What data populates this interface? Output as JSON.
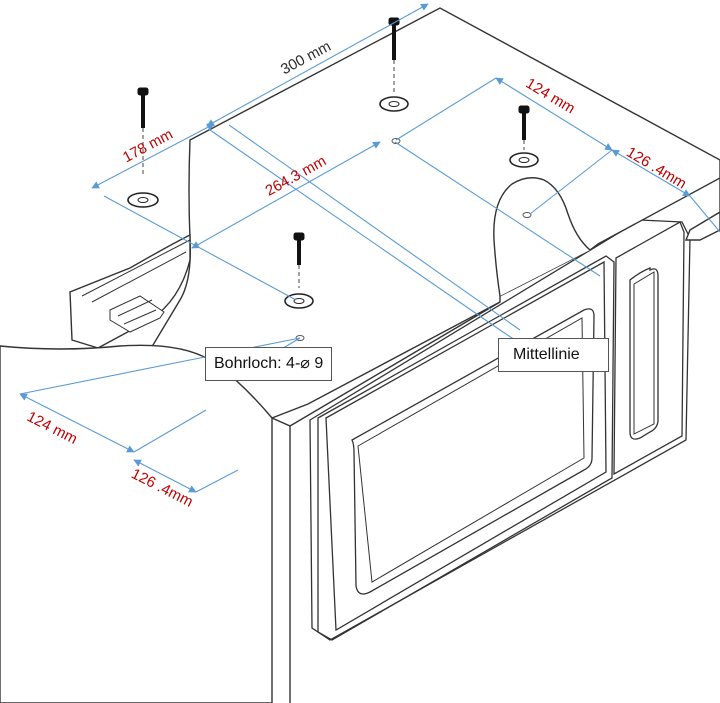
{
  "dimensions": {
    "d300": "300 mm",
    "d178": "178 mm",
    "d264": "264.3 mm",
    "d124_top": "124 mm",
    "d126_top": "126 .4mm",
    "d124_bottom": "124 mm",
    "d126_bottom": "126 .4mm"
  },
  "labels": {
    "hole": "Bohrloch: 4-⌀ 9",
    "centerline": "Mittellinie"
  },
  "colors": {
    "dimension_line": "#5b9bd5",
    "dimension_text": "#c00000",
    "outline": "#333333"
  }
}
